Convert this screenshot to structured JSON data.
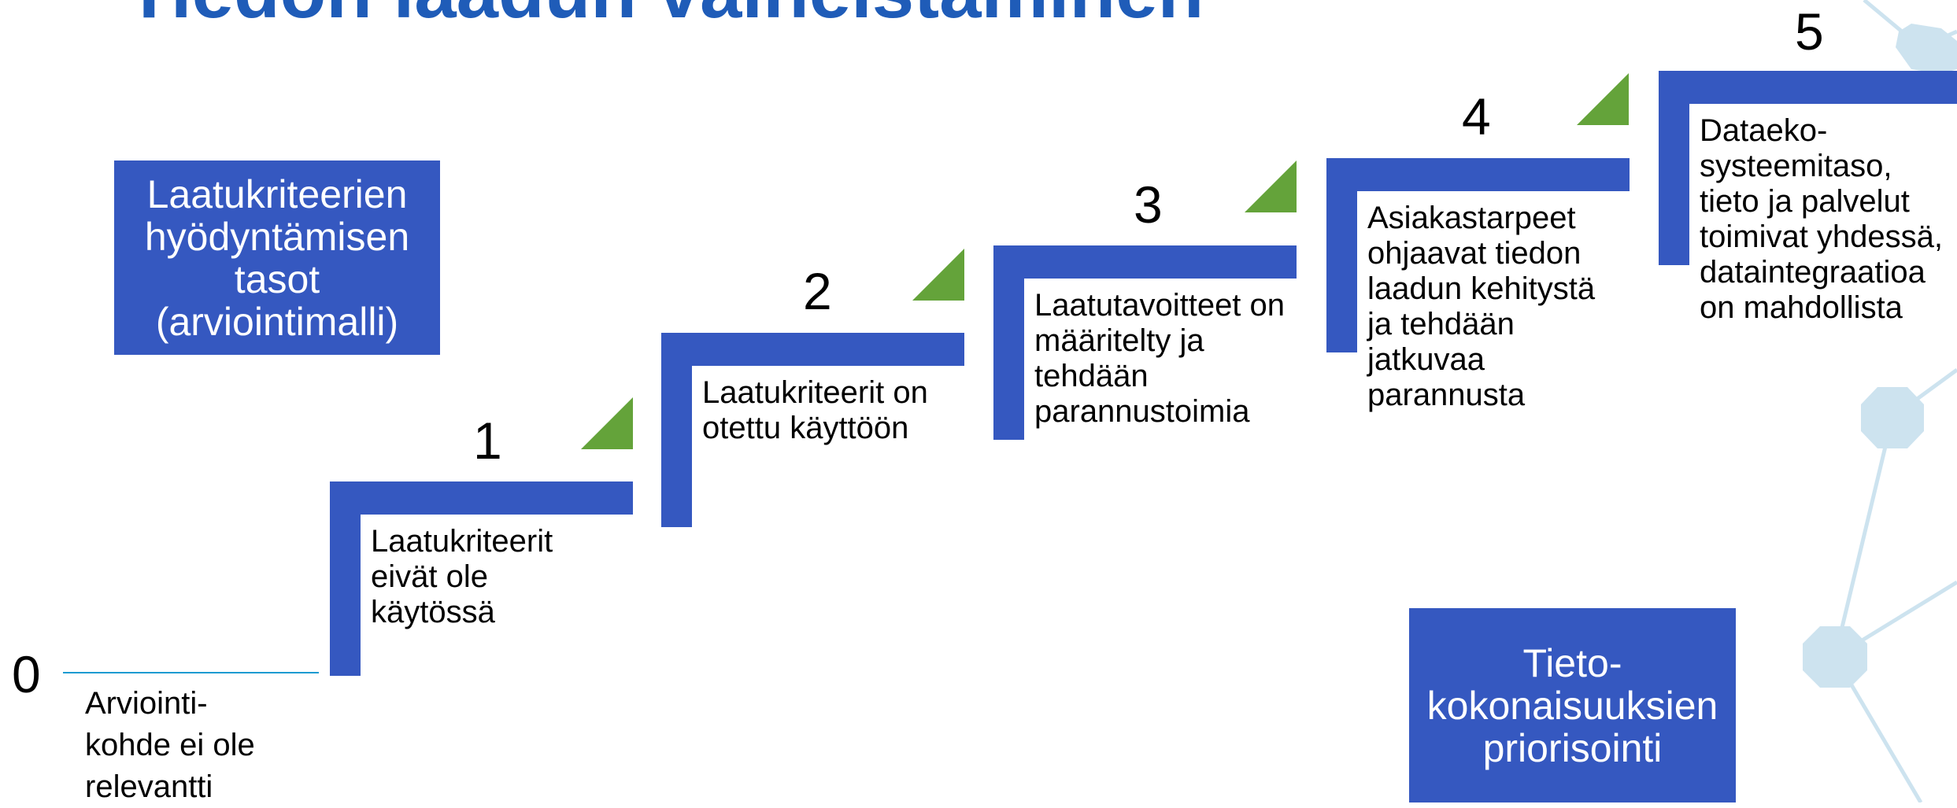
{
  "title": "Tiedon laadun vaiheistaminen",
  "levels_box": {
    "text": "Laatukriteerien\nhyödyntämisen\ntasot\n(arviointimalli)"
  },
  "priority_box": {
    "text": "Tieto-\nkokonaisuuksien\npriorisointi"
  },
  "steps": [
    {
      "number": "0",
      "text": "Arviointi-\nkohde ei ole\nrelevantti"
    },
    {
      "number": "1",
      "text": "Laatukriteerit\neivät ole\nkäytössä"
    },
    {
      "number": "2",
      "text": "Laatukriteerit on\notettu käyttöön"
    },
    {
      "number": "3",
      "text": "Laatutavoitteet on\nmääritelty ja\ntehdään\nparannustoimia"
    },
    {
      "number": "4",
      "text": "Asiakastarpeet\nohjaavat tiedon\nlaadun kehitystä\nja tehdään\njatkuvaa\nparannusta"
    },
    {
      "number": "5",
      "text": "Dataeko-\nsysteemitaso,\ntieto ja palvelut\ntoimivat yhdessä,\ndataintegraatioa\non mahdollista"
    }
  ],
  "colors": {
    "step_blue": "#3558c0",
    "triangle_green": "#64a33a",
    "network_light_blue": "#cde3ef",
    "title_blue": "#1f5cb8"
  }
}
